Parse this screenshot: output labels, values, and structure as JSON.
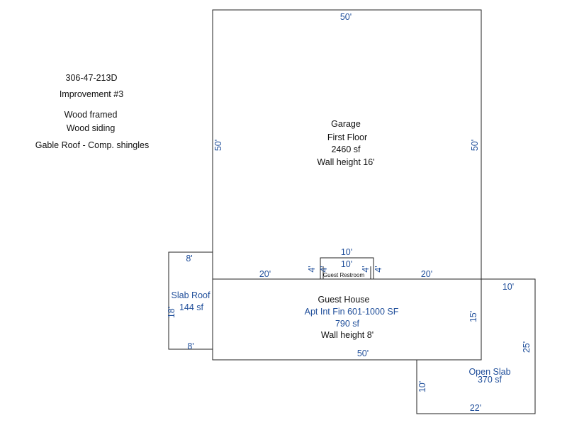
{
  "info": {
    "parcel": "306-47-213D",
    "improvement": "Improvement #3",
    "construction": "Wood framed",
    "siding": "Wood siding",
    "roof": "Gable Roof - Comp. shingles"
  },
  "garage": {
    "name": "Garage",
    "floor": "First Floor",
    "area": "2460 sf",
    "wall_height": "Wall height 16'",
    "dims": {
      "top": "50'",
      "left": "50'",
      "right": "50'",
      "bottom_left": "20'",
      "bottom_right": "20'"
    }
  },
  "restroom": {
    "name": "Guest Restroom",
    "dims": {
      "top_outer": "10'",
      "top_inner": "10'",
      "left_outer": "4'",
      "left_inner": "4'",
      "right_inner": "4'",
      "right_outer": "4'"
    }
  },
  "guest_house": {
    "name": "Guest House",
    "type": "Apt Int Fin 601-1000 SF",
    "area": "790 sf",
    "wall_height": "Wall height 8'",
    "dims": {
      "bottom": "50'",
      "right": "15'"
    }
  },
  "slab_roof": {
    "name": "Slab Roof",
    "area": "144 sf",
    "dims": {
      "top": "8'",
      "bottom": "8'",
      "side": "18'"
    }
  },
  "open_slab": {
    "name": "Open Slab",
    "area": "370 sf",
    "dims": {
      "top": "10'",
      "right": "25'",
      "left": "10'",
      "bottom": "22'"
    }
  }
}
